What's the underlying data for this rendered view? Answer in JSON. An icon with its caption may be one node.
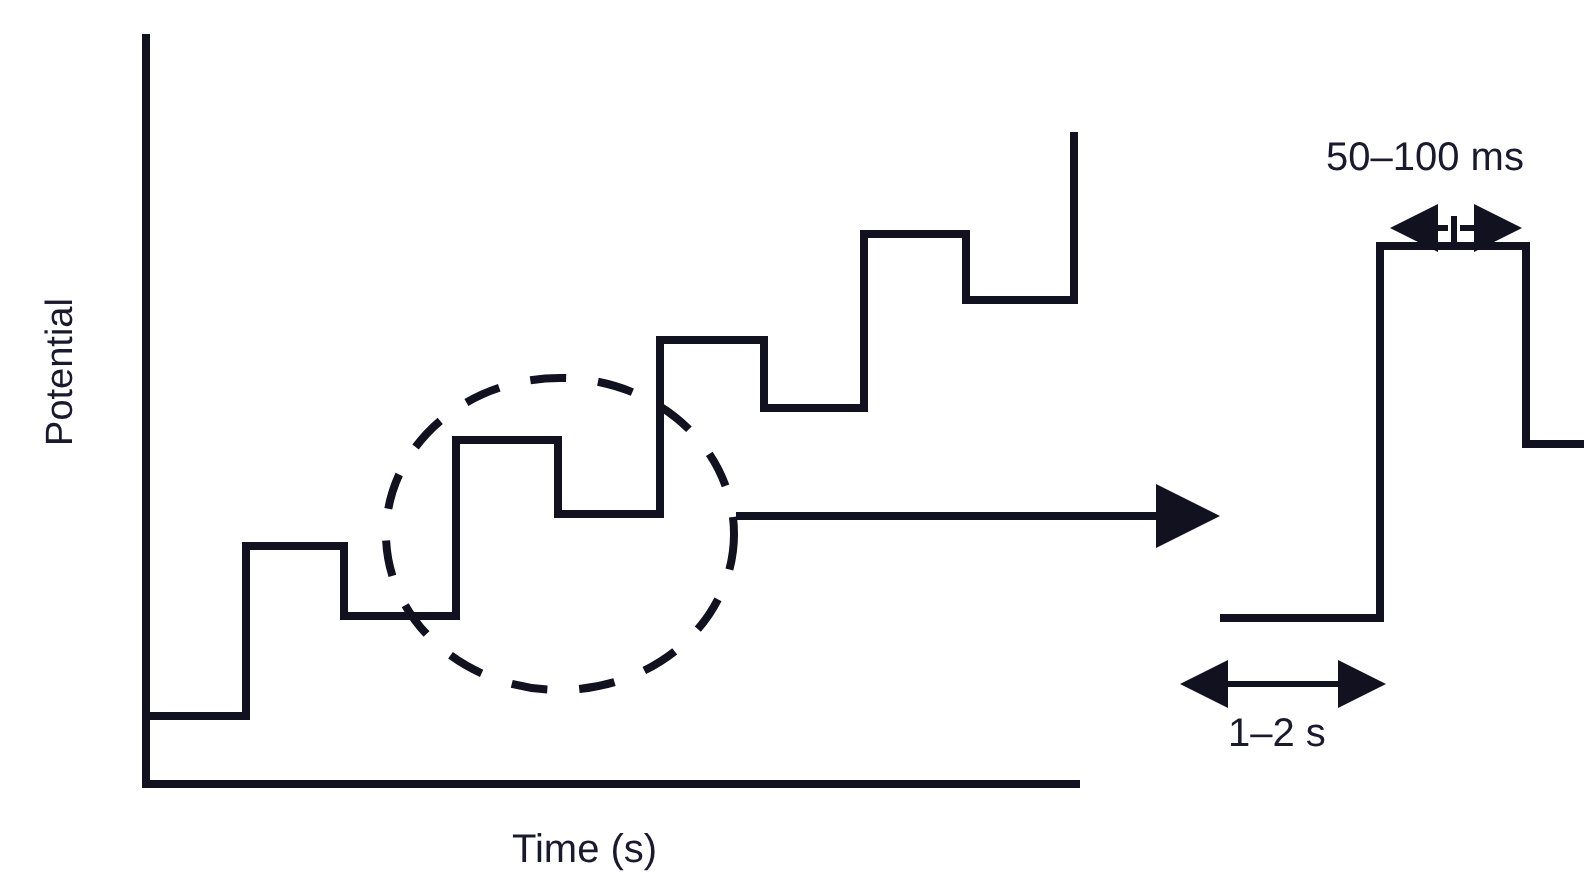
{
  "diagram": {
    "nodes": [
      {
        "text": [],
        "shape": "circle"
      },
      {
        "text": [],
        "shape": "waveform"
      }
    ],
    "edges": [
      {
        "from": 0,
        "to": 1,
        "arrow": "to"
      }
    ],
    "labels": [
      "Potential",
      "Time (s)",
      "50–100 ms",
      "1–2 s"
    ]
  }
}
